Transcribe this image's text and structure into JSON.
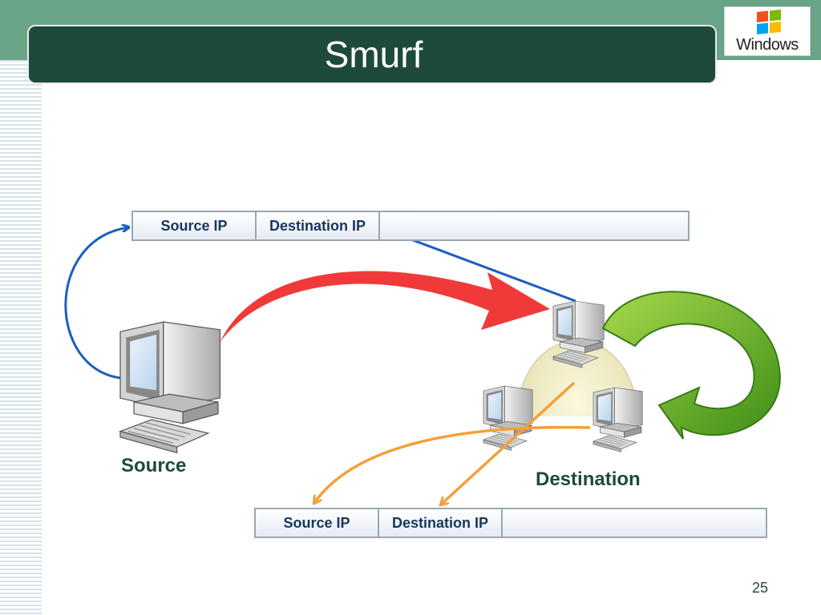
{
  "slide": {
    "title": "Smurf",
    "page_number": "25"
  },
  "logo": {
    "text": "Windows",
    "icon": "windows-flag-icon"
  },
  "packet_top": {
    "fields": [
      "Source IP",
      "Destination IP",
      ""
    ]
  },
  "packet_bottom": {
    "fields": [
      "Source IP",
      "Destination IP",
      ""
    ]
  },
  "nodes": {
    "source_label": "Source",
    "destination_label": "Destination"
  },
  "colors": {
    "title_bar": "#1e4a3c",
    "top_band": "#6aa486",
    "attack_arrow": "#f03a3a",
    "loop_arrow": "#5aa021",
    "reply_arrow": "#f4a03a",
    "spoof_arrow": "#1a5fc0"
  }
}
